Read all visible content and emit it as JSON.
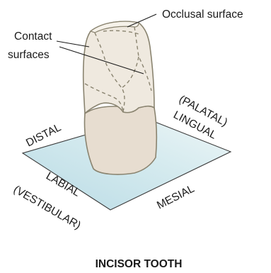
{
  "labels": {
    "occlusal": "Occlusal surface",
    "contact_line1": "Contact",
    "contact_line2": "surfaces",
    "palatal": "(PALATAL)",
    "lingual": "LINGUAL",
    "distal": "DISTAL",
    "labial": "LABIAL",
    "vestibular": "(VESTIBULAR)",
    "mesial": "MESIAL"
  },
  "caption": "INCISOR TOOTH",
  "colors": {
    "tooth_fill": "#e9e1d4",
    "tooth_incisal": "#f3efe6",
    "tooth_outline": "#8a8470",
    "plane_fill": "#c9e3ea",
    "plane_stroke": "#3a3a3a",
    "text": "#1a1a1a"
  }
}
